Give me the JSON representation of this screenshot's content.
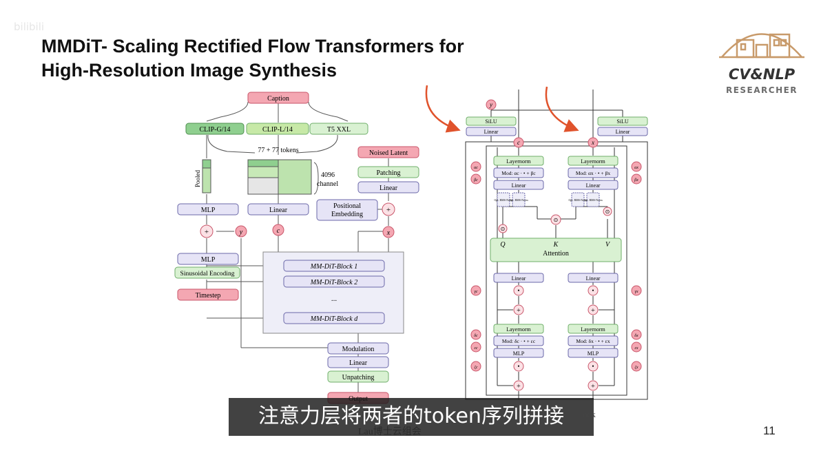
{
  "slide": {
    "title_line1": "MMDiT- Scaling Rectified Flow Transformers for",
    "title_line2": "High-Resolution Image Synthesis",
    "watermark": "bilibili",
    "page_number": "11",
    "subtitle": "注意力层将两者的token序列拼接",
    "under_subtitle": "Lau博士云组会",
    "under_right": "ock"
  },
  "logo": {
    "name": "CV&NLP",
    "subtitle": "RESEARCHER",
    "accent_color": "#c89a6a"
  },
  "left_diagram": {
    "caption": "Caption",
    "clip_g": "CLIP-G/14",
    "clip_l": "CLIP-L/14",
    "t5": "T5 XXL",
    "tokens": "77 + 77 tokens",
    "pooled": "Pooled",
    "dim_value": "4096",
    "dim_unit": "channel",
    "noised_latent": "Noised Latent",
    "patching": "Patching",
    "linear_right": "Linear",
    "positional_embedding_1": "Positional",
    "positional_embedding_2": "Embedding",
    "mlp_top": "MLP",
    "linear_c": "Linear",
    "c_symbol": "c",
    "y_symbol": "y",
    "x_symbol": "x",
    "plus": "+",
    "mlp_bottom": "MLP",
    "sinusoidal": "Sinusoidal Encoding",
    "timestep": "Timestep",
    "block1": "MM-DiT-Block 1",
    "block2": "MM-DiT-Block 2",
    "dots": "...",
    "blockd": "MM-DiT-Block d",
    "modulation": "Modulation",
    "linear_bottom": "Linear",
    "unpatching": "Unpatching",
    "output": "Output"
  },
  "right_diagram": {
    "y": "y",
    "c": "c",
    "x": "x",
    "silu": "SiLU",
    "linear": "Linear",
    "layernorm": "Layernorm",
    "mod_c": "Mod: αc · • + βc",
    "mod_x": "Mod: αx · • + βx",
    "opt_rms": "Opt. RMS-Norm",
    "q": "Q",
    "k": "K",
    "v": "V",
    "attention": "Attention",
    "mod2_c": "Mod: δc · • + εc",
    "mod2_x": "Mod: δx · • + εx",
    "mlp": "MLP",
    "alpha_c": "αc",
    "beta_c": "βc",
    "gamma_c": "γc",
    "delta_c": "δc",
    "eps_c": "εc",
    "zeta_c": "ζc",
    "alpha_x": "αx",
    "beta_x": "βx",
    "gamma_x": "γx",
    "delta_x": "δx",
    "eps_x": "εx",
    "zeta_x": "ζx",
    "odot": "⊙",
    "plus": "+",
    "dot": "•"
  },
  "colors": {
    "pink_fill": "#f4a7b2",
    "pink_border": "#c9566a",
    "green_fill": "#d9f1d2",
    "green_border": "#6fae6a",
    "dark_green": "#9fcf8f",
    "lavender_fill": "#e6e4f6",
    "lavender_border": "#6a67a8",
    "arrow": "#e0532c"
  }
}
